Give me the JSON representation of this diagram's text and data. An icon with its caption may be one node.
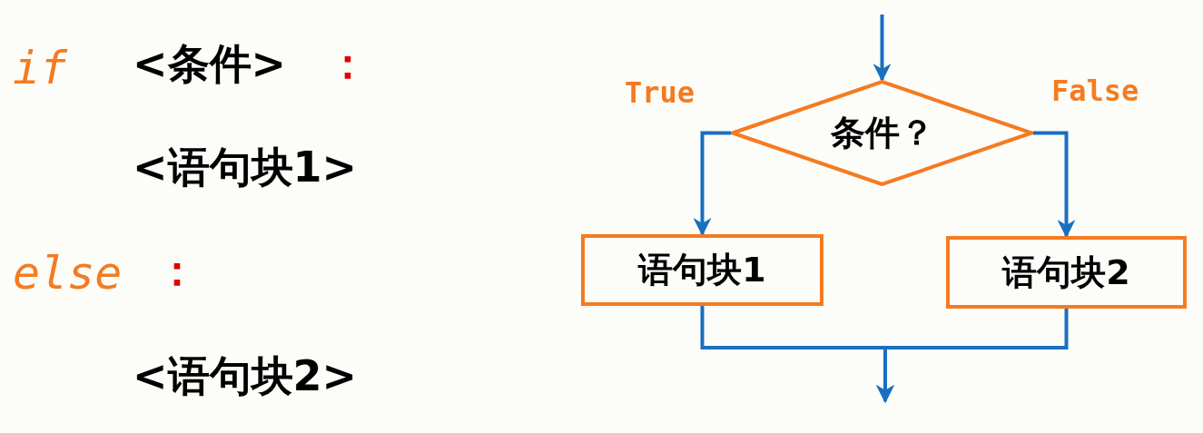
{
  "diagram": {
    "nodes": [
      {
        "text": [
          "条件？"
        ]
      },
      {
        "text": [
          "语句块1"
        ]
      },
      {
        "text": [
          "语句块2"
        ]
      }
    ],
    "edges": [
      {
        "from": null,
        "to": 0,
        "arrow": "to"
      },
      {
        "from": 0,
        "to": 1,
        "arrow": "to",
        "label": "True"
      },
      {
        "from": 0,
        "to": 2,
        "arrow": "to",
        "label": "False"
      },
      {
        "from": 1,
        "to": null,
        "arrow": "to"
      },
      {
        "from": 2,
        "to": null,
        "arrow": "to"
      }
    ],
    "labels": [
      "if",
      "<条件>",
      "：",
      "<语句块1>",
      "else",
      "：",
      "<语句块2>"
    ]
  }
}
